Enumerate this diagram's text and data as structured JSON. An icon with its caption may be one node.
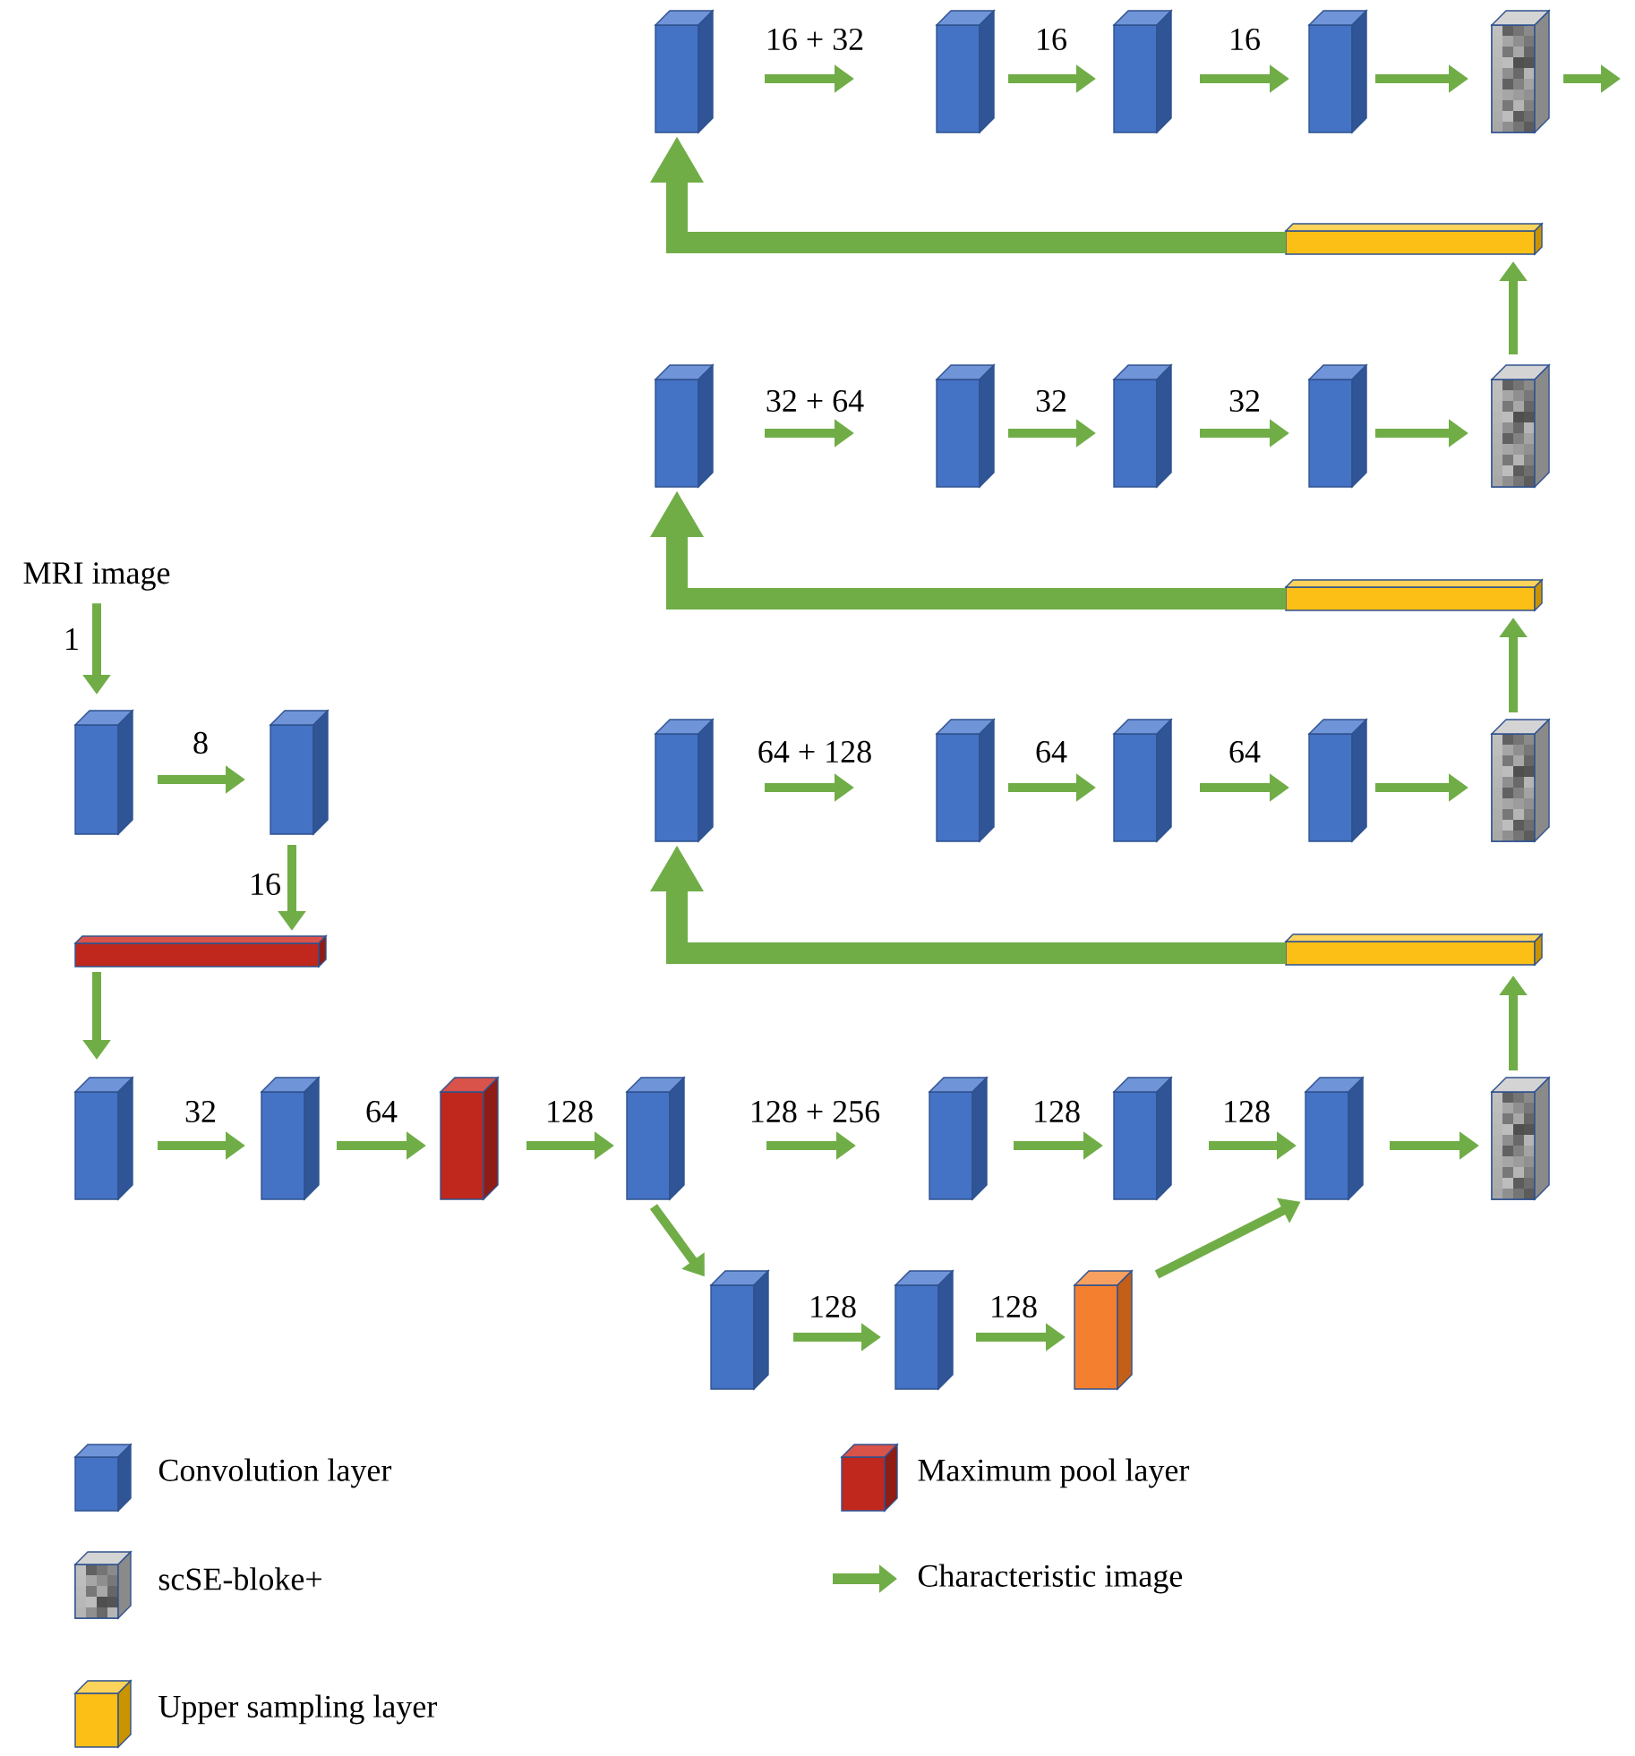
{
  "diagram": {
    "nodes": [
      {
        "text": [],
        "shape": "box"
      },
      {
        "text": [],
        "shape": "box"
      },
      {
        "text": [],
        "shape": "box"
      },
      {
        "text": [],
        "shape": "box"
      },
      {
        "text": [],
        "shape": "box"
      },
      {
        "text": [],
        "shape": "bar"
      },
      {
        "text": [],
        "shape": "box"
      },
      {
        "text": [],
        "shape": "box"
      },
      {
        "text": [],
        "shape": "box"
      },
      {
        "text": [],
        "shape": "box"
      },
      {
        "text": [],
        "shape": "box"
      },
      {
        "text": [],
        "shape": "bar"
      },
      {
        "text": [],
        "shape": "box"
      },
      {
        "text": [],
        "shape": "box"
      },
      {
        "text": [],
        "shape": "box"
      },
      {
        "text": [],
        "shape": "box"
      },
      {
        "text": [],
        "shape": "box"
      },
      {
        "text": [],
        "shape": "bar"
      },
      {
        "text": [
          "MRI image"
        ]
      },
      {
        "text": [],
        "shape": "box"
      },
      {
        "text": [],
        "shape": "box"
      },
      {
        "text": [],
        "shape": "bar"
      },
      {
        "text": [],
        "shape": "box"
      },
      {
        "text": [],
        "shape": "box"
      },
      {
        "text": [],
        "shape": "box"
      },
      {
        "text": [],
        "shape": "box"
      },
      {
        "text": [],
        "shape": "box"
      },
      {
        "text": [],
        "shape": "box"
      },
      {
        "text": [],
        "shape": "box"
      },
      {
        "text": [],
        "shape": "box"
      },
      {
        "text": [],
        "shape": "box"
      },
      {
        "text": [],
        "shape": "box"
      },
      {
        "text": [],
        "shape": "box"
      }
    ],
    "edges": [
      {
        "from": 0,
        "to": 1,
        "arrow": "to",
        "label": "16 + 32"
      },
      {
        "from": 1,
        "to": 2,
        "arrow": "to",
        "label": "16"
      },
      {
        "from": 2,
        "to": 3,
        "arrow": "to",
        "label": "16"
      },
      {
        "from": 3,
        "to": 4,
        "arrow": "to"
      },
      {
        "from": 4,
        "to": null,
        "arrow": "to"
      },
      {
        "from": 5,
        "to": 0,
        "arrow": "to",
        "style": "thick"
      },
      {
        "from": 6,
        "to": 7,
        "arrow": "to",
        "label": "32 + 64"
      },
      {
        "from": 7,
        "to": 8,
        "arrow": "to",
        "label": "32"
      },
      {
        "from": 8,
        "to": 9,
        "arrow": "to",
        "label": "32"
      },
      {
        "from": 9,
        "to": 10,
        "arrow": "to"
      },
      {
        "from": 10,
        "to": 5,
        "arrow": "to"
      },
      {
        "from": 11,
        "to": 6,
        "arrow": "to",
        "style": "thick"
      },
      {
        "from": 12,
        "to": 13,
        "arrow": "to",
        "label": "64 + 128"
      },
      {
        "from": 13,
        "to": 14,
        "arrow": "to",
        "label": "64"
      },
      {
        "from": 14,
        "to": 15,
        "arrow": "to",
        "label": "64"
      },
      {
        "from": 15,
        "to": 16,
        "arrow": "to"
      },
      {
        "from": 16,
        "to": 11,
        "arrow": "to"
      },
      {
        "from": 17,
        "to": 12,
        "arrow": "to",
        "style": "thick"
      },
      {
        "from": 18,
        "to": 19,
        "arrow": "to",
        "label": "1"
      },
      {
        "from": 19,
        "to": 20,
        "arrow": "to",
        "label": "8"
      },
      {
        "from": 20,
        "to": 21,
        "arrow": "to",
        "label": "16"
      },
      {
        "from": 21,
        "to": 22,
        "arrow": "to"
      },
      {
        "from": 22,
        "to": 23,
        "arrow": "to",
        "label": "32"
      },
      {
        "from": 23,
        "to": 24,
        "arrow": "to",
        "label": "64"
      },
      {
        "from": 24,
        "to": 25,
        "arrow": "to",
        "label": "128"
      },
      {
        "from": 25,
        "to": 26,
        "arrow": "to",
        "label": "128 + 256"
      },
      {
        "from": 26,
        "to": 27,
        "arrow": "to",
        "label": "128"
      },
      {
        "from": 27,
        "to": 28,
        "arrow": "to",
        "label": "128"
      },
      {
        "from": 28,
        "to": 29,
        "arrow": "to"
      },
      {
        "from": 29,
        "to": 17,
        "arrow": "to"
      },
      {
        "from": 25,
        "to": 30,
        "arrow": "to"
      },
      {
        "from": 30,
        "to": 31,
        "arrow": "to",
        "label": "128"
      },
      {
        "from": 31,
        "to": 32,
        "arrow": "to",
        "label": "128"
      },
      {
        "from": 32,
        "to": 28,
        "arrow": "to"
      }
    ],
    "legend": [
      {
        "text": "Convolution layer"
      },
      {
        "text": "Maximum pool layer"
      },
      {
        "text": "scSE-bloke+"
      },
      {
        "text": "Characteristic image"
      },
      {
        "text": "Upper sampling layer"
      }
    ]
  }
}
